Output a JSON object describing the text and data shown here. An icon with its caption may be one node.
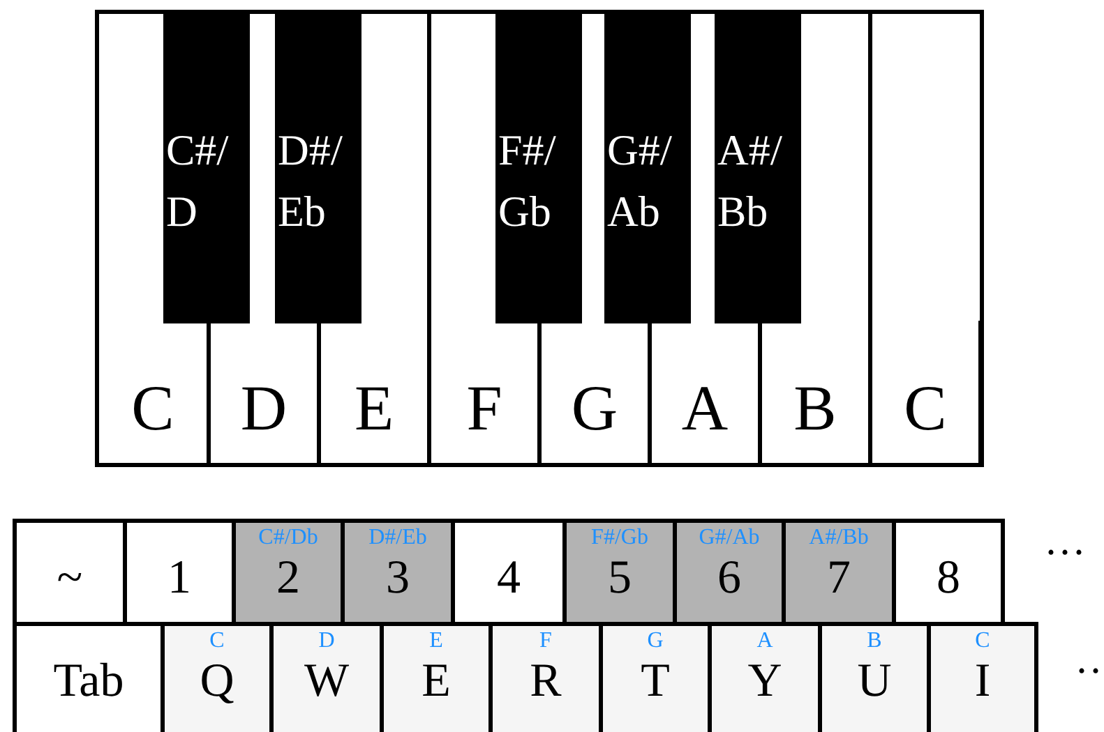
{
  "diagram": {
    "nodes": [
      {
        "text": [
          "C#/ D"
        ]
      },
      {
        "text": [
          "D#/ Eb"
        ]
      },
      {
        "text": [
          "F#/ Gb"
        ]
      },
      {
        "text": [
          "G#/ Ab"
        ]
      },
      {
        "text": [
          "A#/ Bb"
        ]
      },
      {
        "text": [
          "C"
        ]
      },
      {
        "text": [
          "D"
        ]
      },
      {
        "text": [
          "E"
        ]
      },
      {
        "text": [
          "F"
        ]
      },
      {
        "text": [
          "G"
        ]
      },
      {
        "text": [
          "A"
        ]
      },
      {
        "text": [
          "B"
        ]
      },
      {
        "text": [
          "C"
        ]
      },
      {
        "text": [
          "~"
        ]
      },
      {
        "text": [
          "1"
        ]
      },
      {
        "text": [
          "C#/Db",
          "2"
        ]
      },
      {
        "text": [
          "D#/Eb",
          "3"
        ]
      },
      {
        "text": [
          "4"
        ]
      },
      {
        "text": [
          "F#/Gb",
          "5"
        ]
      },
      {
        "text": [
          "G#/Ab",
          "6"
        ]
      },
      {
        "text": [
          "A#/Bb",
          "7"
        ]
      },
      {
        "text": [
          "8"
        ]
      },
      {
        "text": [
          "Tab"
        ]
      },
      {
        "text": [
          "C",
          "Q"
        ]
      },
      {
        "text": [
          "D",
          "W"
        ]
      },
      {
        "text": [
          "E",
          "E"
        ]
      },
      {
        "text": [
          "F",
          "R"
        ]
      },
      {
        "text": [
          "G",
          "T"
        ]
      },
      {
        "text": [
          "A",
          "Y"
        ]
      },
      {
        "text": [
          "B",
          "U"
        ]
      },
      {
        "text": [
          "C",
          "I"
        ]
      }
    ],
    "labels": [
      "···",
      "··"
    ]
  }
}
